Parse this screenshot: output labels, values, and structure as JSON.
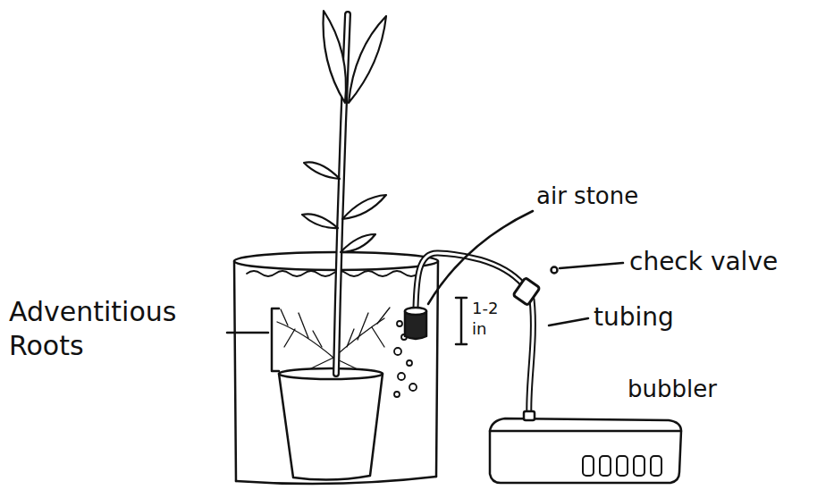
{
  "diagram": {
    "labels": [
      "Adventitious Roots",
      "air stone",
      "check valve",
      "tubing",
      "bubbler",
      "1-2 in"
    ]
  }
}
